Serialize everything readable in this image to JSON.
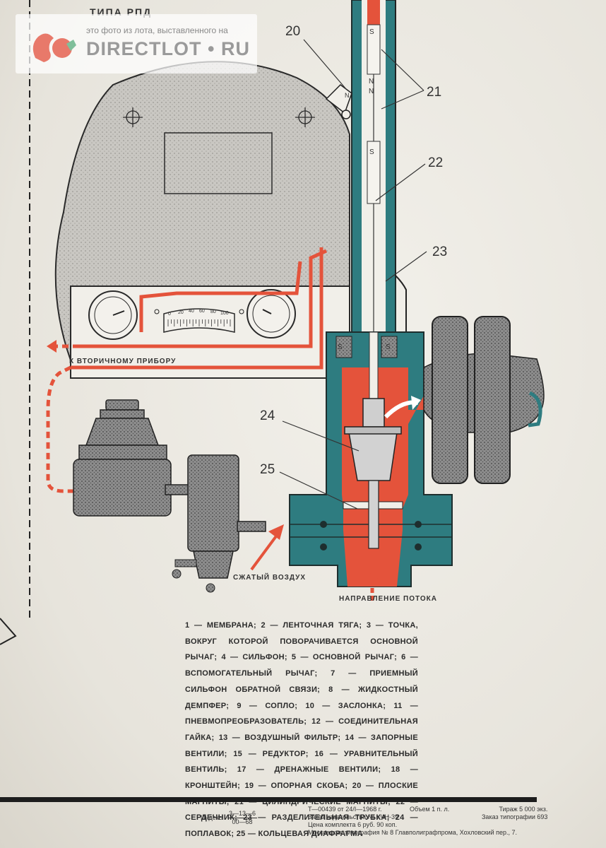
{
  "header": {
    "title_fragment": "ТИПА РПД"
  },
  "watermark": {
    "caption": "это фото из лота, выставленного на",
    "brand": "DIRECTLOT",
    "dot": "•",
    "tld": "RU"
  },
  "callouts": {
    "c20": "20",
    "c21": "21",
    "c22": "22",
    "c23": "23",
    "c24": "24",
    "c25": "25"
  },
  "labels": {
    "secondary_device": "К  ВТОРИЧНОМУ ПРИБОРУ",
    "compressed_air": "СЖАТЫЙ ВОЗДУХ",
    "flow_direction": "НАПРАВЛЕНИЕ ПОТОКА",
    "magnet_s_top": "S",
    "magnet_n_1": "N",
    "magnet_n_2": "N",
    "magnet_s_mid": "S",
    "magnet_s_left": "S",
    "magnet_s_right": "S",
    "bracket_n": "N"
  },
  "scale": {
    "ticks": [
      "0",
      "20",
      "40",
      "60",
      "80",
      "100"
    ]
  },
  "legend": {
    "text": "1 — мембрана; 2 — ленточная тяга; 3 — точка, вокруг которой поворачивается основной рычаг; 4 — сильфон; 5 — основной рычаг; 6 — вспомогательный рычаг; 7 — приемный сильфон обратной связи; 8 — жидкостный демпфер; 9 — сопло; 10 — заслонка; 11 — пневмопреобразователь; 12 — соединительная гайка; 13 — воздушный фильтр; 14 — запорные вентили; 15 — редуктор; 16 — уравнительный вентиль; 17 — дренажные вентили; 18 — кронштейн; 19 — опорная скоба; 20 — плоские магниты; 21 — цилиндрические магниты; 22 — сердечник; 23 — разделительная трубка; 24 — поплавок; 25 — кольцевая диафрагма"
  },
  "footer": {
    "index_label": "Индекс",
    "index_top": "3—13—6",
    "index_bottom": "00—68",
    "line1": "Т—00439 от 24/I—1968 г.",
    "line2": "Заказ издательства № УЧН-39",
    "line3": "Цена комплекта 6 руб. 90 коп.",
    "line4": "Московская типография № 8 Главполиграфпрома, Хохловский пер., 7.",
    "volume": "Объем 1 п. л.",
    "print_run": "Тираж 5 000 экз.",
    "print_order": "Заказ типографии 693"
  },
  "colors": {
    "red": "#e4533b",
    "teal": "#2e7c80",
    "dark": "#2a2a2a",
    "gray": "#bdbdbd"
  }
}
